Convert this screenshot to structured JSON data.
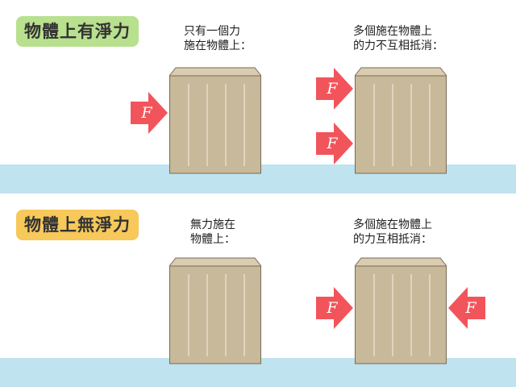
{
  "net_force": {
    "badge": "物體上有淨力",
    "single_caption": [
      "只有一個力",
      "施在物體上："
    ],
    "multi_caption": [
      "多個施在物體上",
      "的力不互相抵消："
    ]
  },
  "no_net_force": {
    "badge": "物體上無淨力",
    "none_caption": [
      "無力施在",
      "物體上："
    ],
    "balanced_caption": [
      "多個施在物體上",
      "的力互相抵消："
    ]
  },
  "force_label": "F",
  "colors": {
    "box_fill": "#c8b99a",
    "box_top": "#d9ccb1",
    "box_stroke": "#7a6a55",
    "box_stripe": "#eee6d6",
    "ground": "#bfe3ef",
    "arrow": "#f2545b",
    "badge_green": "#b8e08e",
    "badge_orange": "#f7c85a"
  }
}
